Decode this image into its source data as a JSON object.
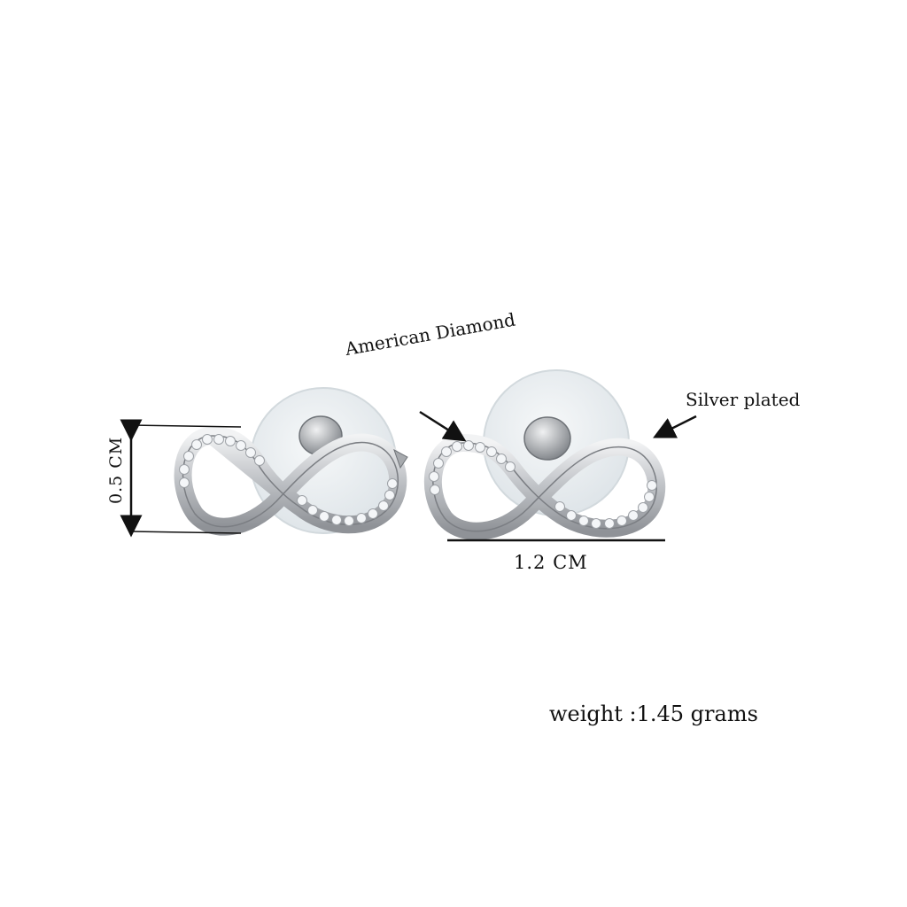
{
  "annotations": {
    "stone_label": "American Diamond",
    "plating_label": "Silver plated",
    "height_label": "0.5 CM",
    "width_label": "1.2 CM",
    "weight_label": "weight :1.45 grams"
  },
  "colors": {
    "background": "#ffffff",
    "text": "#111111",
    "silver": "#c7c9cc",
    "silver_dark": "#8c8f94",
    "backing_disc": "#e7ecef",
    "stone": "#f4f6f8"
  }
}
